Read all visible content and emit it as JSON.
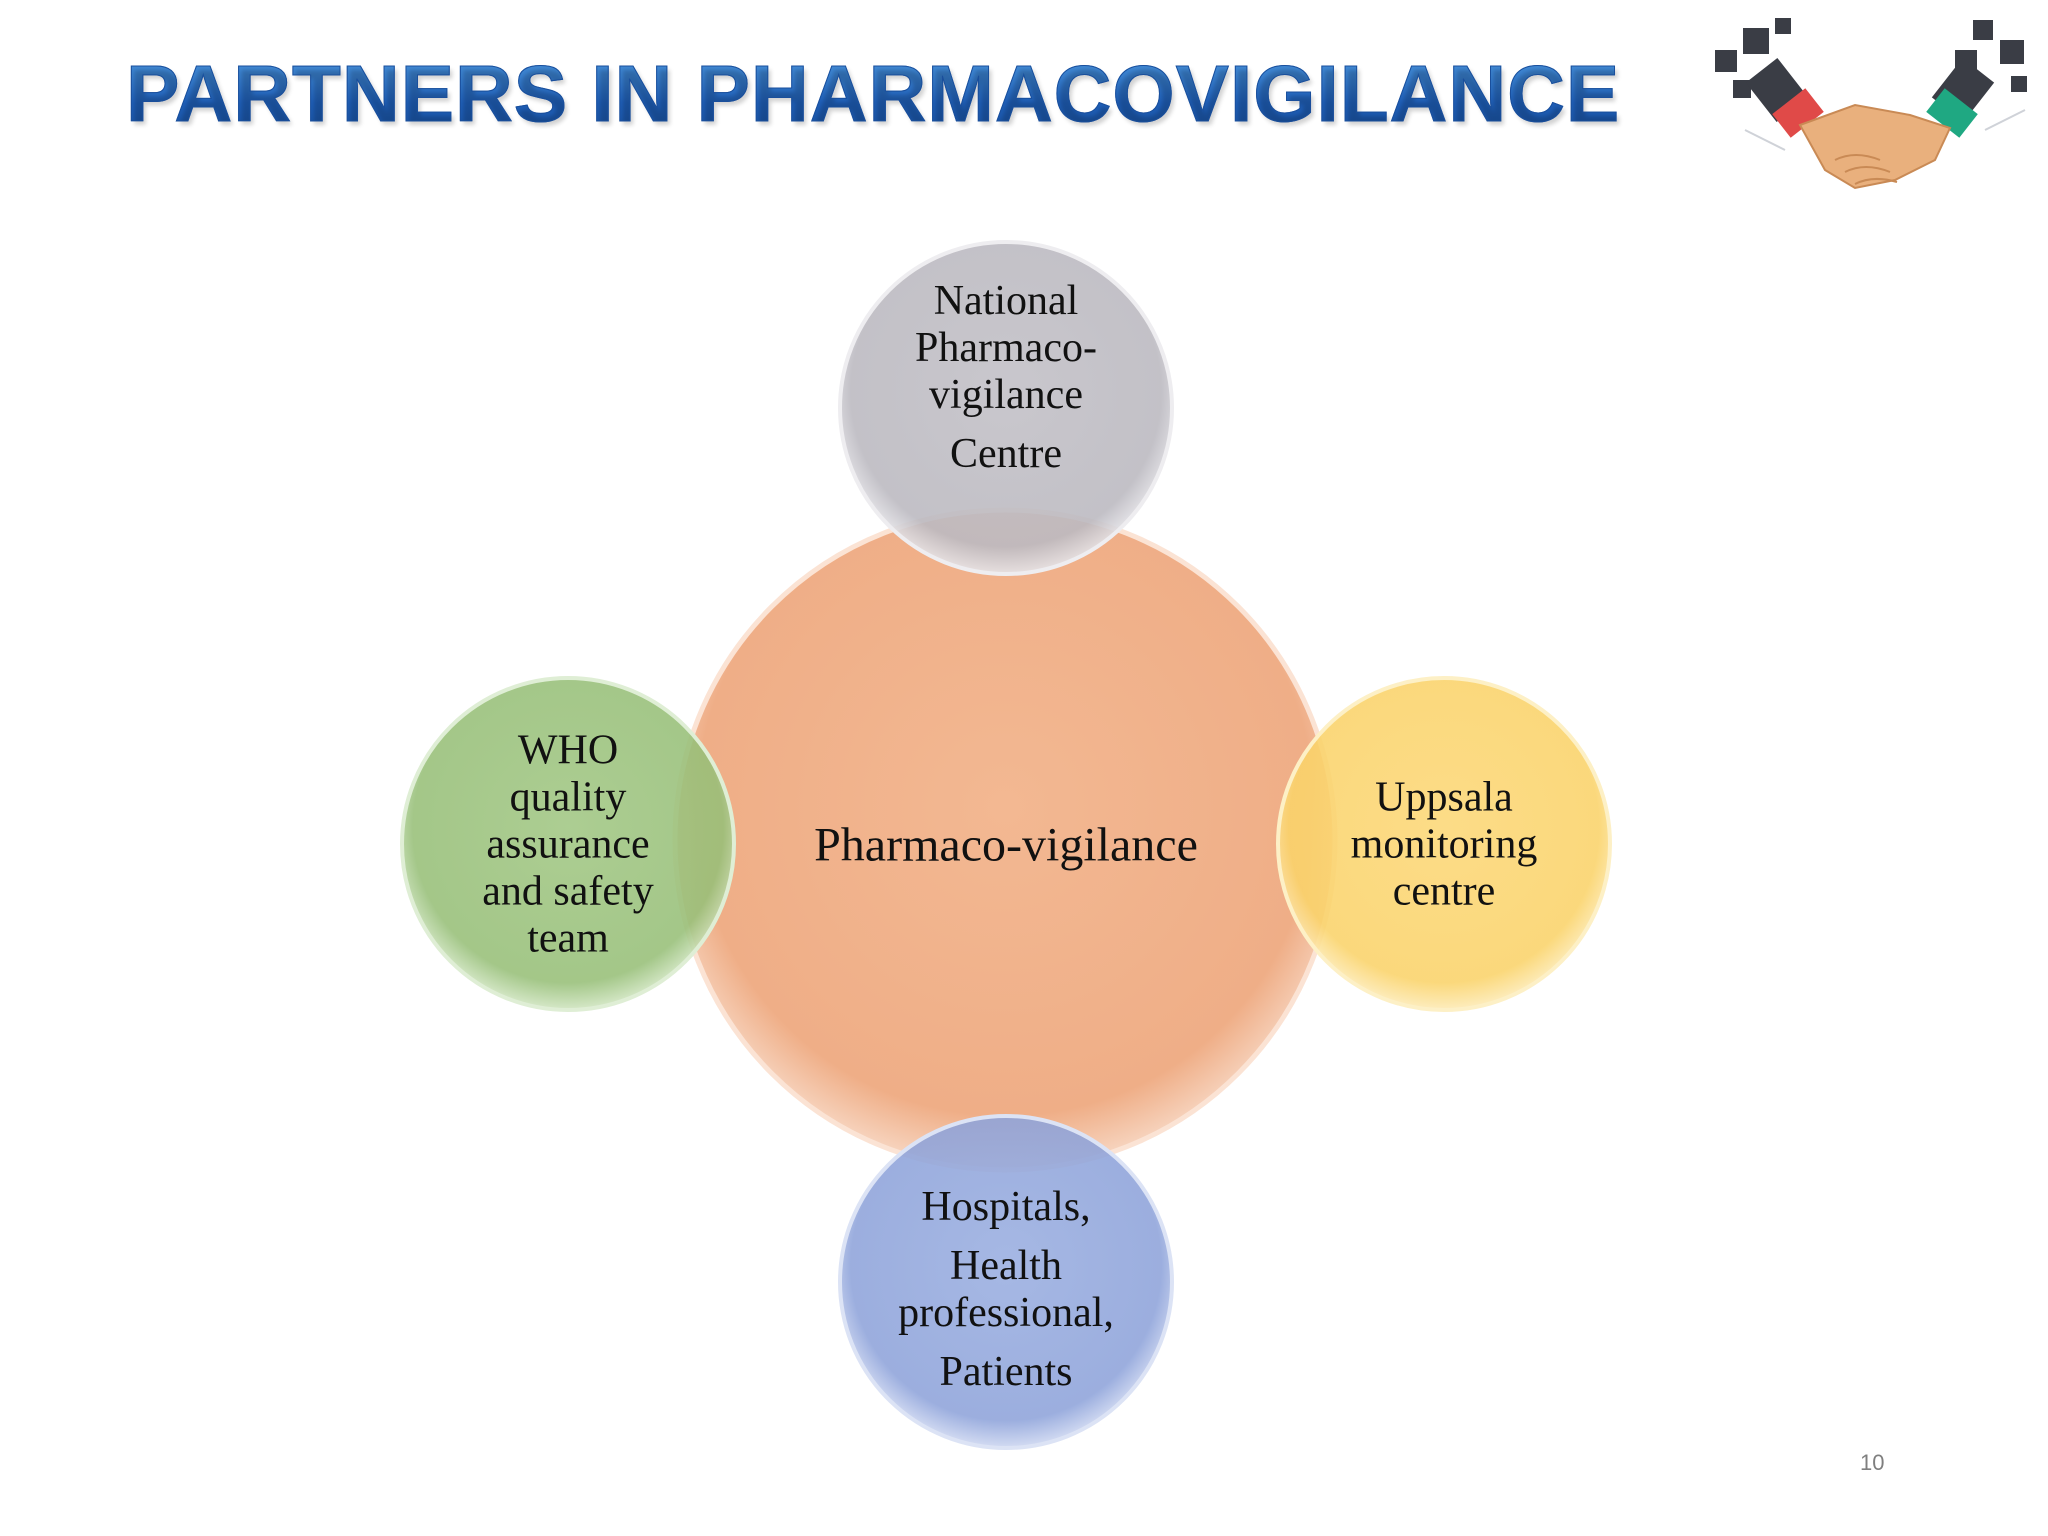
{
  "slide": {
    "title": "PARTNERS IN PHARMACOVIGILANCE",
    "page_number": "10"
  },
  "logo": {
    "icon": "handshake-icon"
  },
  "diagram": {
    "center": {
      "text": "Pharmaco-vigilance",
      "color": "#f2b794"
    },
    "nodes": [
      {
        "id": "top",
        "lines": [
          "National",
          "Pharmaco-",
          "vigilance",
          "Centre"
        ],
        "color": "#c9c7cc"
      },
      {
        "id": "left",
        "lines": [
          "WHO",
          "quality",
          "assurance",
          "and safety",
          "team"
        ],
        "color": "#a5c98a"
      },
      {
        "id": "right",
        "lines": [
          "Uppsala",
          "monitoring",
          "centre"
        ],
        "color": "#fcd97a"
      },
      {
        "id": "bottom",
        "lines": [
          "Hospitals,",
          "Health",
          "professional,",
          "Patients"
        ],
        "color": "#9aaee0"
      }
    ]
  }
}
